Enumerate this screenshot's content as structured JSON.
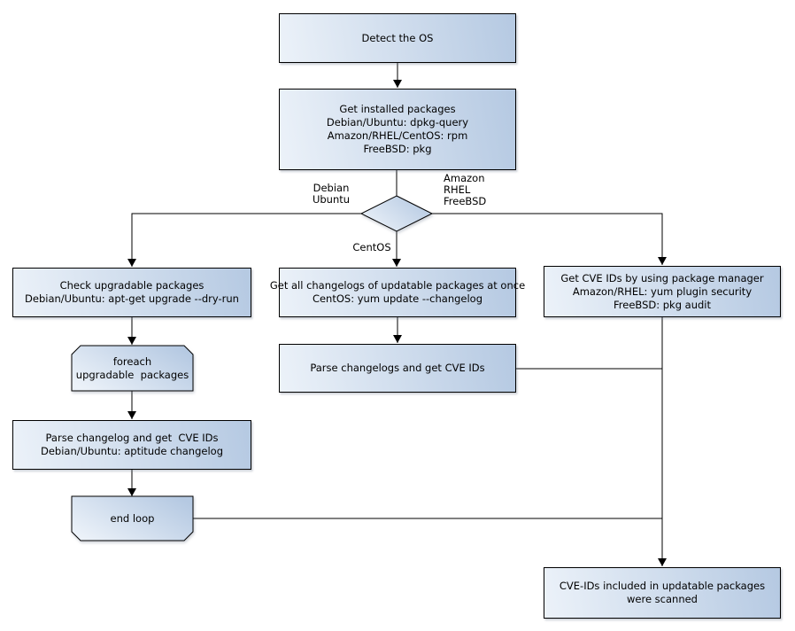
{
  "colors": {
    "node_fill_light": "#ecf2f9",
    "node_fill_dark": "#b5c9e2",
    "node_border": "#000000",
    "edge_color": "#000000",
    "text_color": "#000000",
    "background": "#ffffff"
  },
  "nodes": {
    "detect_os": {
      "lines": [
        "Detect the OS"
      ]
    },
    "get_installed_packages": {
      "lines": [
        "Get installed packages",
        "Debian/Ubuntu: dpkg-query",
        "Amazon/RHEL/CentOS: rpm",
        "FreeBSD: pkg"
      ]
    },
    "check_upgradable": {
      "lines": [
        "Check upgradable packages",
        "Debian/Ubuntu: apt-get upgrade --dry-run"
      ]
    },
    "foreach_loop": {
      "lines": [
        "foreach",
        "upgradable  packages"
      ]
    },
    "parse_changelog_debian": {
      "lines": [
        "Parse changelog and get  CVE IDs",
        "Debian/Ubuntu: aptitude changelog"
      ]
    },
    "end_loop": {
      "lines": [
        "end loop"
      ]
    },
    "get_all_changelogs": {
      "lines": [
        "Get all changelogs of updatable packages at once",
        "CentOS: yum update --changelog"
      ]
    },
    "parse_changelogs_centos": {
      "lines": [
        "Parse changelogs and get CVE IDs"
      ]
    },
    "get_cve_ids_pkg_manager": {
      "lines": [
        "Get CVE IDs by using package manager",
        "Amazon/RHEL: yum plugin security",
        "FreeBSD: pkg audit"
      ]
    },
    "result_scanned": {
      "lines": [
        "CVE-IDs included in updatable packages",
        "were scanned"
      ]
    }
  },
  "edge_labels": {
    "debian_ubuntu": {
      "lines": [
        "Debian",
        "Ubuntu"
      ]
    },
    "amazon_rhel_freebsd": {
      "lines": [
        "Amazon",
        "RHEL",
        "FreeBSD"
      ]
    },
    "centos": {
      "lines": [
        "CentOS"
      ]
    }
  }
}
